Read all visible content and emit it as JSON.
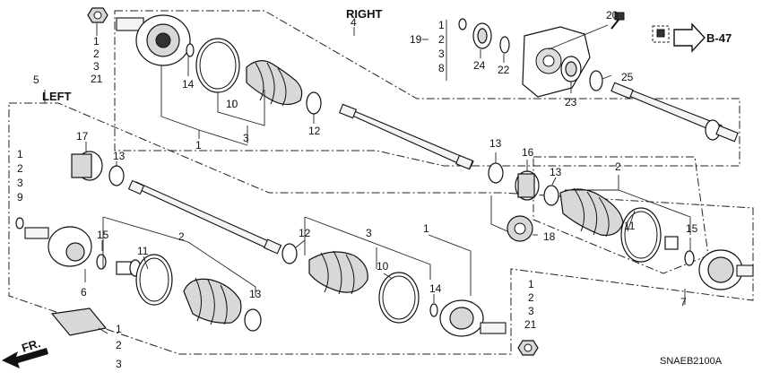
{
  "sections": {
    "right": "RIGHT",
    "left": "LEFT"
  },
  "reference_button": "B-47",
  "direction_label": "FR.",
  "diagram_code": "SNAEB2100A",
  "callouts": {
    "n1": "1",
    "n2": "2",
    "n3": "3",
    "n4": "4",
    "n5": "5",
    "n6": "6",
    "n7": "7",
    "n8": "8",
    "n9": "9",
    "n10": "10",
    "n11": "11",
    "n12": "12",
    "n13": "13",
    "n14": "14",
    "n15": "15",
    "n16": "16",
    "n17": "17",
    "n18": "18",
    "n19": "19",
    "n20": "20",
    "n21": "21",
    "n22": "22",
    "n23": "23",
    "n24": "24",
    "n25": "25"
  },
  "ref_groups": {
    "top_left_nut": [
      "1",
      "2",
      "3",
      "21"
    ],
    "left_side": [
      "1",
      "2",
      "3",
      "9"
    ],
    "bottom_right_nut": [
      "1",
      "2",
      "3",
      "21"
    ],
    "bottom_left_fr": [
      "1",
      "2",
      "3"
    ],
    "bearing_1238": [
      "1",
      "2",
      "3",
      "8"
    ]
  }
}
